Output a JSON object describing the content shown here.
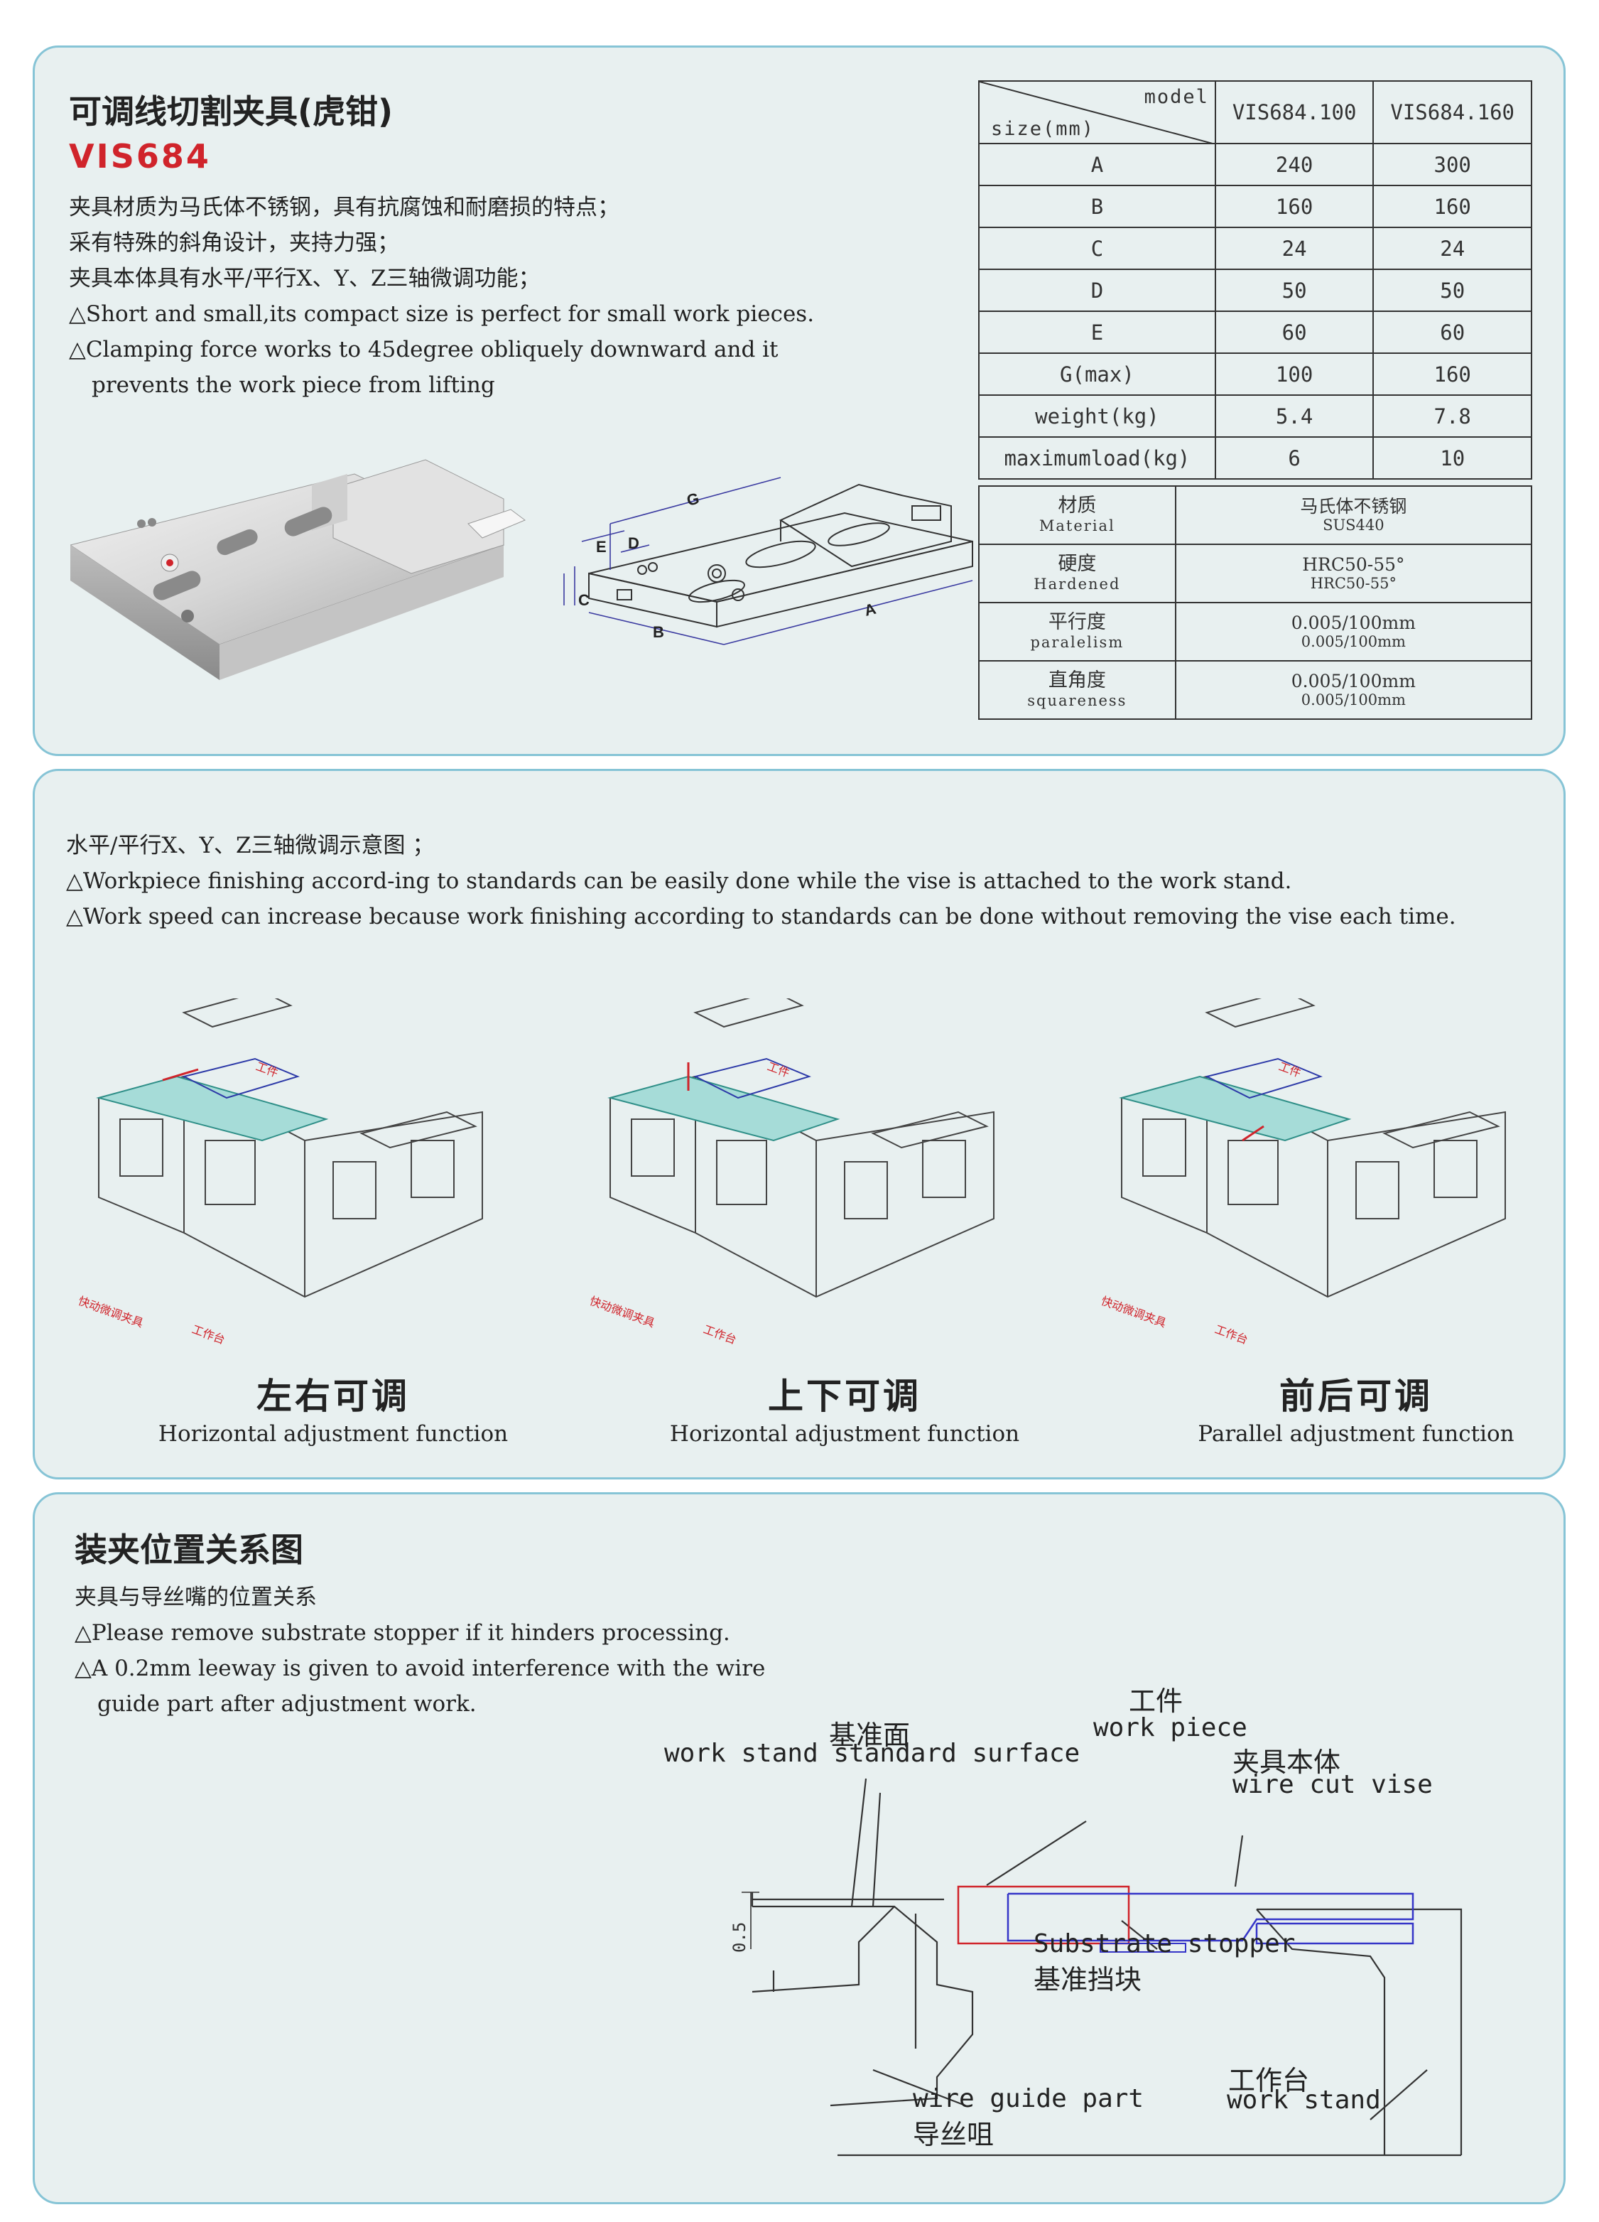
{
  "product": {
    "title_cn": "可调线切割夹具(虎钳)",
    "model_code": "VIS684",
    "features": [
      "夹具材质为马氏体不锈钢，具有抗腐蚀和耐磨损的特点；",
      "采有特殊的斜角设计，夹持力强；",
      "夹具本体具有水平/平行X、Y、Z三轴微调功能；",
      "△Short and small,its compact size is perfect for small work pieces.",
      "△Clamping force works to 45degree obliquely downward and it",
      "prevents the work piece from lifting"
    ],
    "drawing_labels": {
      "a": "A",
      "b": "B",
      "c": "C",
      "d": "D",
      "e": "E",
      "g": "G"
    }
  },
  "spec_table": {
    "header_model": "model",
    "header_size": "size(mm)",
    "models": [
      "VIS684.100",
      "VIS684.160"
    ],
    "rows": [
      {
        "label": "A",
        "values": [
          "240",
          "300"
        ]
      },
      {
        "label": "B",
        "values": [
          "160",
          "160"
        ]
      },
      {
        "label": "C",
        "values": [
          "24",
          "24"
        ]
      },
      {
        "label": "D",
        "values": [
          "50",
          "50"
        ]
      },
      {
        "label": "E",
        "values": [
          "60",
          "60"
        ]
      },
      {
        "label": "G(max)",
        "values": [
          "100",
          "160"
        ]
      },
      {
        "label": "weight(kg)",
        "values": [
          "5.4",
          "7.8"
        ]
      },
      {
        "label": "maximumload(kg)",
        "values": [
          "6",
          "10"
        ]
      }
    ]
  },
  "material_table": [
    {
      "label_cn": "材质",
      "label_en": "Material",
      "value": "马氏体不锈钢",
      "value2": "SUS440"
    },
    {
      "label_cn": "硬度",
      "label_en": "Hardened",
      "value": "HRC50-55°",
      "value2": "HRC50-55°"
    },
    {
      "label_cn": "平行度",
      "label_en": "paralelism",
      "value": "0.005/100mm",
      "value2": "0.005/100mm"
    },
    {
      "label_cn": "直角度",
      "label_en": "squareness",
      "value": "0.005/100mm",
      "value2": "0.005/100mm"
    }
  ],
  "adjustment": {
    "intro_lines": [
      "水平/平行X、Y、Z三轴微调示意图 ；",
      "△Workpiece finishing accord-ing to standards can be easily done while the vise is attached to the work stand.",
      "△Work speed can increase because work finishing according to standards can be done without removing the vise each time."
    ],
    "figure_labels": {
      "workpiece": "工件",
      "vise": "快动微调夹具",
      "stand": "工作台"
    },
    "figures": [
      {
        "title_cn": "左右可调",
        "caption_en": "Horizontal adjustment function"
      },
      {
        "title_cn": "上下可调",
        "caption_en": "Horizontal adjustment function"
      },
      {
        "title_cn": "前后可调",
        "caption_en": "Parallel adjustment function"
      }
    ]
  },
  "clamping": {
    "title_cn": "装夹位置关系图",
    "lines": [
      "夹具与导丝嘴的位置关系",
      "△Please remove substrate stopper if it hinders processing.",
      "△A 0.2mm leeway is given to avoid interference with the wire",
      "guide part after adjustment work."
    ],
    "diagram": {
      "workpiece_cn": "工件",
      "workpiece_en": "work piece",
      "datum_cn": "基准面",
      "datum_en": "work stand standard surface",
      "vise_cn": "夹具本体",
      "vise_en": "wire cut vise",
      "stopper_en": "Substrate stopper",
      "stopper_cn": "基准挡块",
      "stand_cn": "工作台",
      "stand_en": "work stand",
      "guide_en": "wire guide part",
      "guide_cn": "导丝咀",
      "gap": "0.5"
    }
  }
}
